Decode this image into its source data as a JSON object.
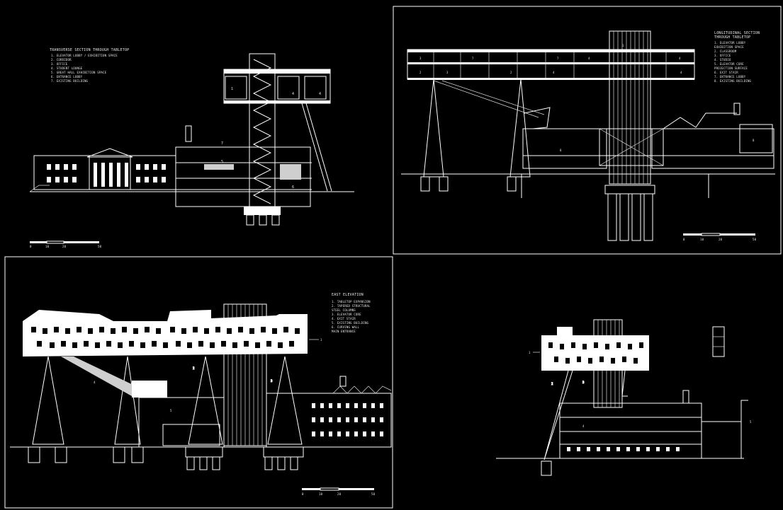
{
  "sheets": [
    {
      "id": "transverse-section",
      "title": "TRANSVERSE SECTION THROUGH TABLETOP",
      "legend": [
        "1. ELEVATOR LOBBY / EXHIBITION SPACE",
        "2. CORRIDOR",
        "3. OFFICE",
        "4. STUDENT LOUNGE",
        "5. GREAT HALL EXHIBITION SPACE",
        "6. ENTRANCE LOBBY",
        "7. EXISTING BUILDING"
      ],
      "room_tags": [
        "1",
        "4",
        "4",
        "5",
        "6",
        "7"
      ],
      "scale_labels": [
        "0",
        "10",
        "20",
        "50"
      ]
    },
    {
      "id": "longitudinal-section",
      "title": "LONGITUDINAL SECTION",
      "subtitle": "THROUGH TABLETOP",
      "legend": [
        "1. ELEVATOR LOBBY",
        "   EXHIBITION SPACE",
        "2. CLASSROOM",
        "3. OFFICE",
        "4. STUDIO",
        "5. ELEVATOR CORE",
        "   PROJECTION SURFACE",
        "6. EXIT STAIR",
        "7. ENTRANCE LOBBY",
        "8. EXISTING BUILDING"
      ],
      "room_tags": [
        "3",
        "7",
        "2",
        "7",
        "4",
        "1",
        "4",
        "3",
        "4",
        "2",
        "4",
        "8",
        "8"
      ],
      "scale_labels": [
        "0",
        "10",
        "20",
        "50"
      ]
    },
    {
      "id": "east-elevation",
      "title": "EAST ELEVATION",
      "legend": [
        "1. TABLETOP EXPANSION",
        "2. TAPERED STRUCTURAL",
        "   STEEL COLUMNS",
        "3. ELEVATOR CORE",
        "4. EXIT STAIR",
        "5. EXISTING BUILDING",
        "6. CURVING WALL",
        "   MAIN ENTRANCE"
      ],
      "callouts": [
        "1",
        "2",
        "3",
        "4",
        "5"
      ],
      "scale_labels": [
        "0",
        "10",
        "20",
        "50"
      ]
    },
    {
      "id": "north-elevation",
      "callouts": [
        "1",
        "2",
        "3",
        "4",
        "5"
      ]
    }
  ]
}
